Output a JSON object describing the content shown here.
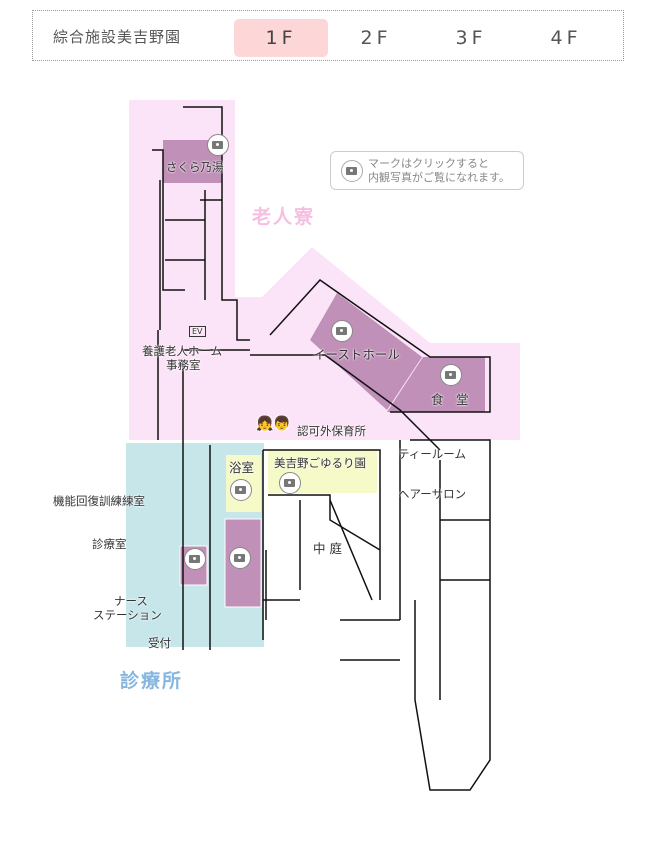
{
  "header": {
    "title": "綜合施設美吉野園",
    "floors": [
      {
        "label": "1F",
        "active": true
      },
      {
        "label": "2F",
        "active": false
      },
      {
        "label": "3F",
        "active": false
      },
      {
        "label": "4F",
        "active": false
      }
    ]
  },
  "legend": {
    "line1": "マークはクリックすると",
    "line2": "内観写真がご覧になれます。",
    "icon": "camera-icon"
  },
  "zones": {
    "elderly": "老人寮",
    "clinic": "診療所"
  },
  "rooms": {
    "sakura": "さくら乃湯",
    "east_hall": "イーストホール",
    "dining": "食　堂",
    "office1": "養護老人ホーム",
    "office2": "事務室",
    "nursery": "認可外保育所",
    "tea": "ティールーム",
    "bath": "浴室",
    "yururi": "美吉野ごゆるり園",
    "hair": "ヘアーサロン",
    "rehab": "機能回復訓練練室",
    "exam": "診療室",
    "nurse1": "ナース",
    "nurse2": "ステーション",
    "reception": "受付",
    "courtyard": "中 庭",
    "ev": "EV"
  },
  "colors": {
    "active_tab": "#fdd6d8",
    "elderly_zone": "#fce4f8",
    "clinic_zone": "#c6e6ea",
    "photo_room": "#c090b8",
    "yellow_room": "#f5fac8"
  }
}
